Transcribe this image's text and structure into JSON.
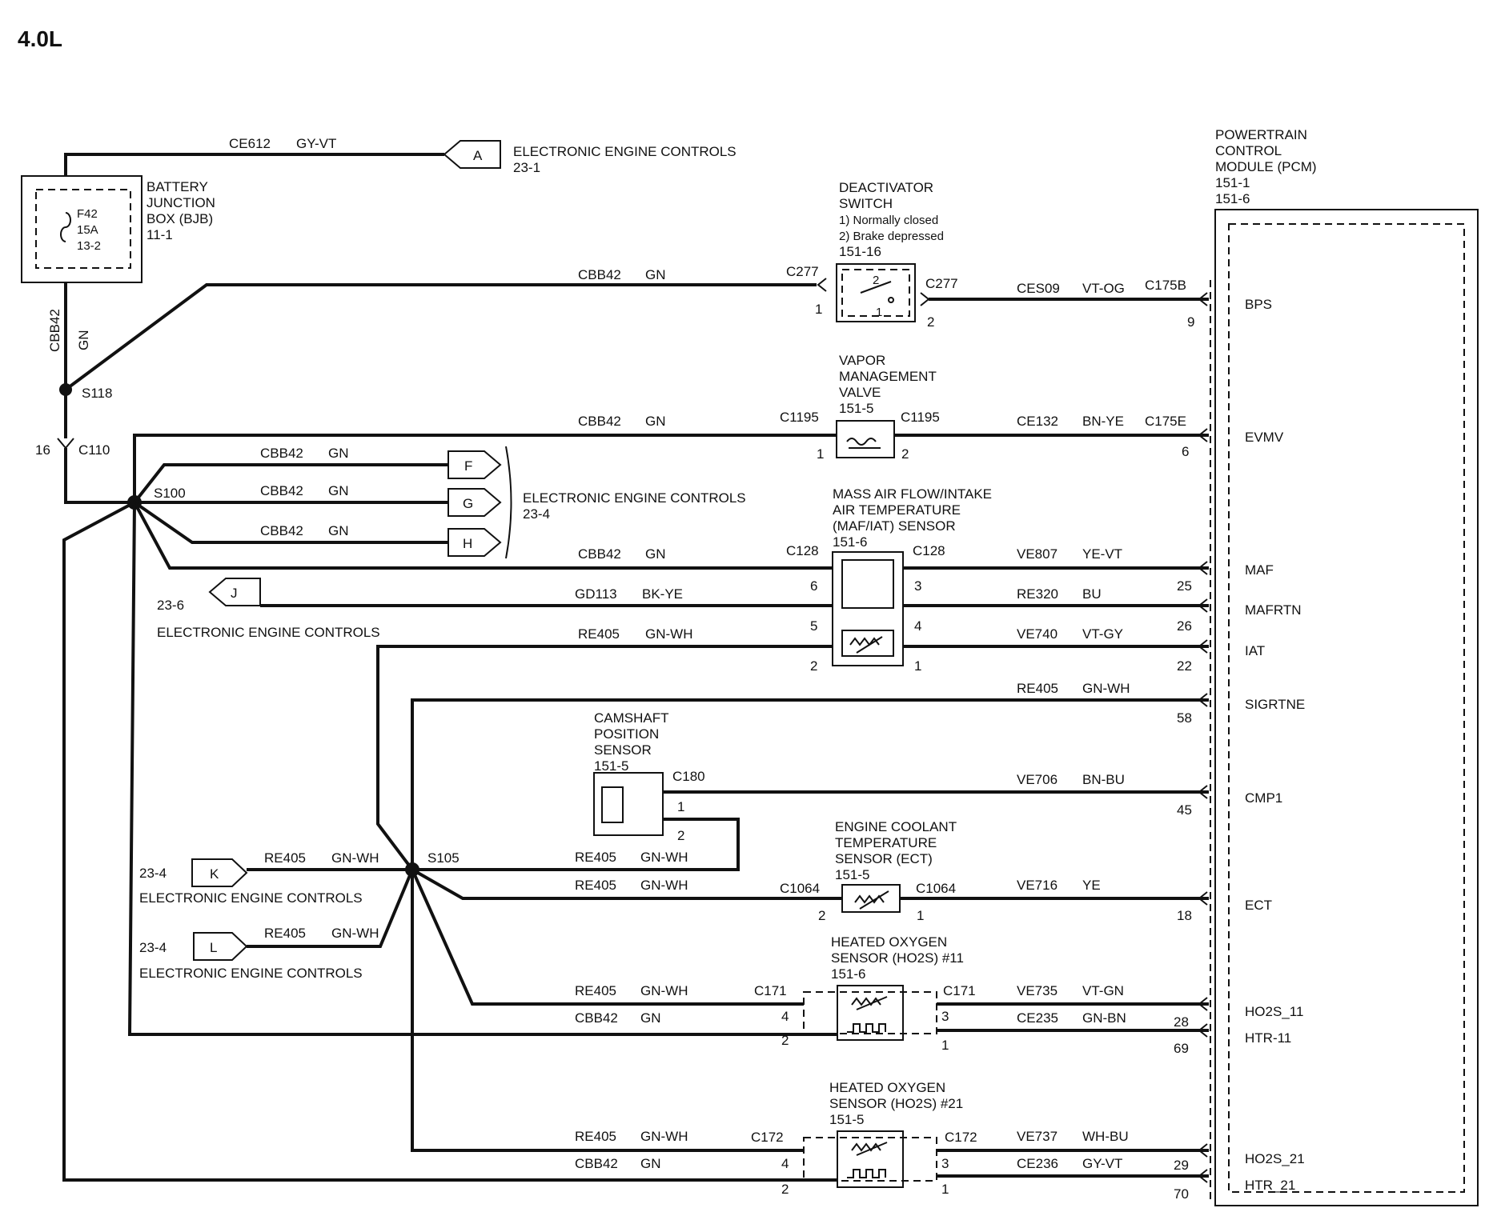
{
  "title": "4.0L",
  "pcm": {
    "lines": [
      "POWERTRAIN",
      "CONTROL",
      "MODULE (PCM)",
      "151-1",
      "151-6"
    ]
  },
  "bjb": {
    "lines": [
      "BATTERY",
      "JUNCTION",
      "BOX (BJB)",
      "11-1"
    ],
    "fuse": [
      "F42",
      "15A",
      "13-2"
    ]
  },
  "refs": {
    "A": {
      "letter": "A",
      "lines": [
        "ELECTRONIC ENGINE CONTROLS",
        "23-1"
      ]
    },
    "FGH": {
      "letters": [
        "F",
        "G",
        "H"
      ],
      "lines": [
        "ELECTRONIC ENGINE CONTROLS",
        "23-4"
      ]
    },
    "J": {
      "letter": "J",
      "page": "23-6",
      "label": "ELECTRONIC ENGINE CONTROLS"
    },
    "K": {
      "letter": "K",
      "page": "23-4",
      "label": "ELECTRONIC ENGINE CONTROLS"
    },
    "L": {
      "letter": "L",
      "page": "23-4",
      "label": "ELECTRONIC ENGINE CONTROLS"
    }
  },
  "splices": {
    "s118": "S118",
    "s100": "S100",
    "s105": "S105"
  },
  "c110": {
    "label": "C110",
    "pin": "16"
  },
  "components": {
    "deactivator": {
      "lines": [
        "DEACTIVATOR",
        "SWITCH",
        "1) Normally closed",
        "2) Brake depressed",
        "151-16"
      ]
    },
    "vmv": {
      "lines": [
        "VAPOR",
        "MANAGEMENT",
        "VALVE",
        "151-5"
      ]
    },
    "maf": {
      "lines": [
        "MASS AIR FLOW/INTAKE",
        "AIR TEMPERATURE",
        "(MAF/IAT) SENSOR",
        "151-6"
      ]
    },
    "cmp": {
      "lines": [
        "CAMSHAFT",
        "POSITION",
        "SENSOR",
        "151-5"
      ]
    },
    "ect": {
      "lines": [
        "ENGINE COOLANT",
        "TEMPERATURE",
        "SENSOR (ECT)",
        "151-5"
      ]
    },
    "ho2s11": {
      "lines": [
        "HEATED OXYGEN",
        "SENSOR   (HO2S) #11",
        "151-6"
      ]
    },
    "ho2s21": {
      "lines": [
        "HEATED OXYGEN",
        "SENSOR   (HO2S) #21",
        "151-5"
      ]
    }
  },
  "connectors": {
    "c277a": "C277",
    "c277b": "C277",
    "c175b": "C175B",
    "c1195a": "C1195",
    "c1195b": "C1195",
    "c175e": "C175E",
    "c128a": "C128",
    "c128b": "C128",
    "c180": "C180",
    "c1064a": "C1064",
    "c1064b": "C1064",
    "c171a": "C171",
    "c171b": "C171",
    "c172a": "C172",
    "c172b": "C172"
  },
  "wires": {
    "top": {
      "circuit": "CE612",
      "color": "GY-VT"
    },
    "vert": {
      "circuit": "CBB42",
      "color": "GN"
    },
    "bps_in": {
      "circuit": "CBB42",
      "color": "GN"
    },
    "bps_out": {
      "circuit": "CES09",
      "color": "VT-OG"
    },
    "vmv_in": {
      "circuit": "CBB42",
      "color": "GN"
    },
    "vmv_out": {
      "circuit": "CE132",
      "color": "BN-YE"
    },
    "f": {
      "circuit": "CBB42",
      "color": "GN"
    },
    "g": {
      "circuit": "CBB42",
      "color": "GN"
    },
    "h": {
      "circuit": "CBB42",
      "color": "GN"
    },
    "maf_in": {
      "circuit": "CBB42",
      "color": "GN"
    },
    "j": {
      "circuit": "GD113",
      "color": "BK-YE"
    },
    "iat_in": {
      "circuit": "RE405",
      "color": "GN-WH"
    },
    "maf_out": {
      "circuit": "VE807",
      "color": "YE-VT"
    },
    "mafrtn": {
      "circuit": "RE320",
      "color": "BU"
    },
    "iat_out": {
      "circuit": "VE740",
      "color": "VT-GY"
    },
    "sigrtn": {
      "circuit": "RE405",
      "color": "GN-WH"
    },
    "cmp_out": {
      "circuit": "VE706",
      "color": "BN-BU"
    },
    "k": {
      "circuit": "RE405",
      "color": "GN-WH"
    },
    "cmp_rtn": {
      "circuit": "RE405",
      "color": "GN-WH"
    },
    "ect_in": {
      "circuit": "RE405",
      "color": "GN-WH"
    },
    "ect_out": {
      "circuit": "VE716",
      "color": "YE"
    },
    "l": {
      "circuit": "RE405",
      "color": "GN-WH"
    },
    "ho11_sig_in": {
      "circuit": "RE405",
      "color": "GN-WH"
    },
    "ho11_htr_in": {
      "circuit": "CBB42",
      "color": "GN"
    },
    "ho11_sig_out": {
      "circuit": "VE735",
      "color": "VT-GN"
    },
    "ho11_htr_out": {
      "circuit": "CE235",
      "color": "GN-BN"
    },
    "ho21_sig_in": {
      "circuit": "RE405",
      "color": "GN-WH"
    },
    "ho21_htr_in": {
      "circuit": "CBB42",
      "color": "GN"
    },
    "ho21_sig_out": {
      "circuit": "VE737",
      "color": "WH-BU"
    },
    "ho21_htr_out": {
      "circuit": "CE236",
      "color": "GY-VT"
    }
  },
  "pins": {
    "c277_1": "1",
    "c277_2": "2",
    "bps": "9",
    "c1195_1": "1",
    "c1195_2": "2",
    "evmv": "6",
    "maf_6": "6",
    "maf_5": "5",
    "maf_2": "2",
    "maf_3": "3",
    "maf_4": "4",
    "maf_1": "1",
    "pcm_maf": "25",
    "pcm_mafrtn": "26",
    "pcm_iat": "22",
    "pcm_sigrtn": "58",
    "cmp_1": "1",
    "cmp_2": "2",
    "pcm_cmp1": "45",
    "ect_2": "2",
    "ect_1": "1",
    "pcm_ect": "18",
    "ho11_4": "4",
    "ho11_2": "2",
    "ho11_3": "3",
    "ho11_1": "1",
    "pcm_ho2s11": "28",
    "pcm_htr11": "69",
    "ho21_4": "4",
    "ho21_2": "2",
    "ho21_3": "3",
    "ho21_1": "1",
    "pcm_ho2s21": "29",
    "pcm_htr21": "70",
    "switch_2": "2",
    "switch_1": "1"
  },
  "pcm_pins": {
    "bps": "BPS",
    "evmv": "EVMV",
    "maf": "MAF",
    "mafrtn": "MAFRTN",
    "iat": "IAT",
    "sigrtn": "SIGRTNE",
    "cmp1": "CMP1",
    "ect": "ECT",
    "ho2s11": "HO2S_11",
    "htr11": "HTR-11",
    "ho2s21": "HO2S_21",
    "htr21": "HTR_21"
  }
}
